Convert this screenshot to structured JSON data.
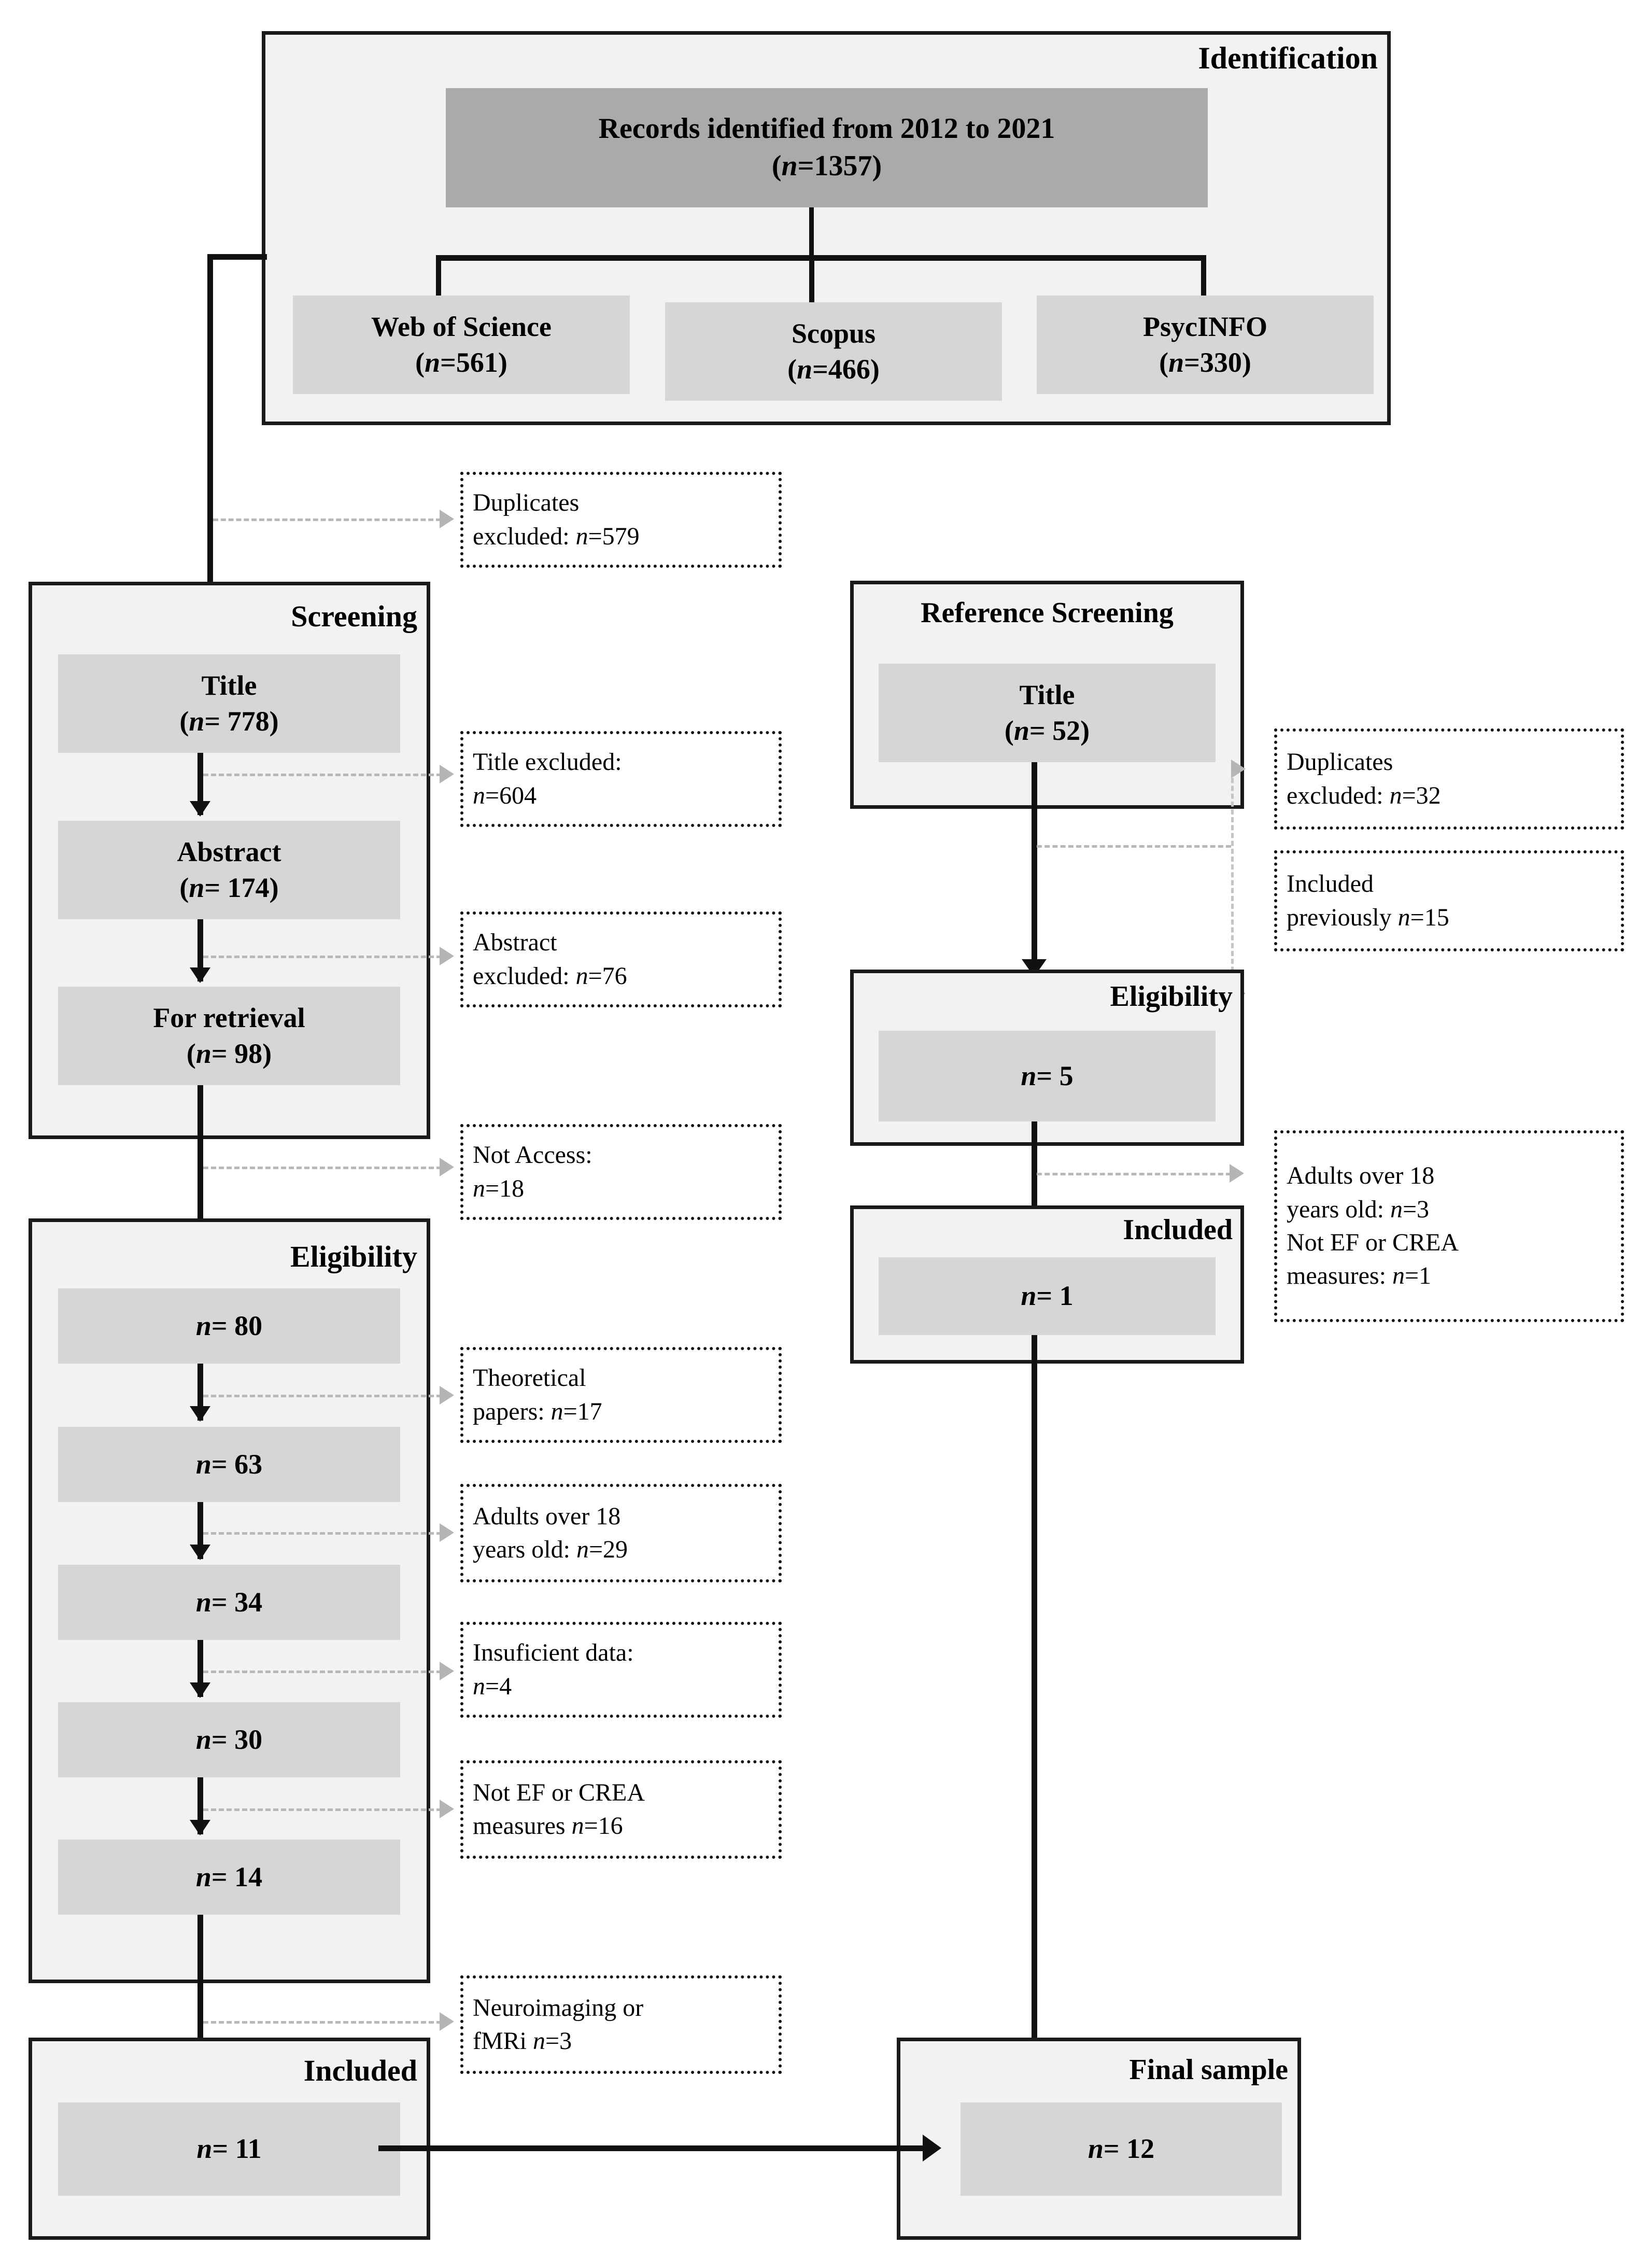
{
  "diagram": {
    "type": "prisma-flow",
    "stages": {
      "identification": {
        "label": "Identification",
        "source_box": {
          "line1": "Records identified from 2012 to 2021",
          "line2": "(n=1357)",
          "n": 1357,
          "year_from": 2012,
          "year_to": 2021
        },
        "databases": [
          {
            "name": "Web of Science",
            "count_label": "(n=561)",
            "n": 561
          },
          {
            "name": "Scopus",
            "count_label": "(n=466)",
            "n": 466
          },
          {
            "name": "PsycINFO",
            "count_label": "(n=330)",
            "n": 330
          }
        ]
      },
      "screening": {
        "label": "Screening",
        "nodes": [
          {
            "title": "Title",
            "count_label": "(n= 778)",
            "n": 778
          },
          {
            "title": "Abstract",
            "count_label": "(n= 174)",
            "n": 174
          },
          {
            "title": "For retrieval",
            "count_label": "(n= 98)",
            "n": 98
          }
        ]
      },
      "eligibility": {
        "label": "Eligibility",
        "nodes": [
          {
            "count_label": "n= 80",
            "n": 80
          },
          {
            "count_label": "n= 63",
            "n": 63
          },
          {
            "count_label": "n= 34",
            "n": 34
          },
          {
            "count_label": "n= 30",
            "n": 30
          },
          {
            "count_label": "n= 14",
            "n": 14
          }
        ]
      },
      "included": {
        "label": "Included",
        "node": {
          "count_label": "n= 11",
          "n": 11
        }
      },
      "reference_screening": {
        "label": "Reference Screening",
        "node": {
          "title": "Title",
          "count_label": "(n= 52)",
          "n": 52
        }
      },
      "reference_eligibility": {
        "label": "Eligibility",
        "node": {
          "count_label": "n= 5",
          "n": 5
        }
      },
      "reference_included": {
        "label": "Included",
        "node": {
          "count_label": "n= 1",
          "n": 1
        }
      },
      "final_sample": {
        "label": "Final sample",
        "node": {
          "count_label": "n= 12",
          "n": 12
        }
      }
    },
    "exclusions_left": [
      {
        "id": "duplicates",
        "line1": "Duplicates",
        "line2": "excluded: n=579",
        "n": 579
      },
      {
        "id": "title",
        "line1": "Title excluded:",
        "line2": "n=604",
        "n": 604
      },
      {
        "id": "abstract",
        "line1": "Abstract",
        "line2": "excluded: n=76",
        "n": 76
      },
      {
        "id": "not-access",
        "line1": "Not Access:",
        "line2": "n=18",
        "n": 18
      },
      {
        "id": "theoretical",
        "line1": "Theoretical",
        "line2": "papers: n=17",
        "n": 17
      },
      {
        "id": "adults-over-18",
        "line1": "Adults over 18",
        "line2": "years old: n=29",
        "n": 29
      },
      {
        "id": "insuficient",
        "line1": "Insuficient data:",
        "line2": "n=4",
        "n": 4
      },
      {
        "id": "not-ef-crea",
        "line1": "Not EF or CREA",
        "line2": "measures n=16",
        "n": 16
      },
      {
        "id": "neuroimaging",
        "line1": "Neuroimaging or",
        "line2": "fMRi n=3",
        "n": 3
      }
    ],
    "exclusions_right": [
      {
        "id": "ref-duplicates",
        "line1": "Duplicates",
        "line2": "excluded: n=32",
        "n": 32
      },
      {
        "id": "ref-included-previous",
        "line1": "Included",
        "line2": "previously n=15",
        "n": 15
      },
      {
        "id": "ref-criteria",
        "line1": "Adults over 18",
        "line2": "years old: n=3",
        "line3": "Not EF or CREA",
        "line4": "measures: n=1",
        "n_age": 3,
        "n_measures": 1
      }
    ],
    "colors": {
      "stage_fill": "#f2f2f2",
      "stage_border": "#1a1a1a",
      "node_fill": "#d6d6d6",
      "node_fill_dark": "#aaaaaa",
      "exclusion_border": "#111111",
      "connector": "#111111",
      "dashed_connector": "#b8b8b8"
    }
  }
}
